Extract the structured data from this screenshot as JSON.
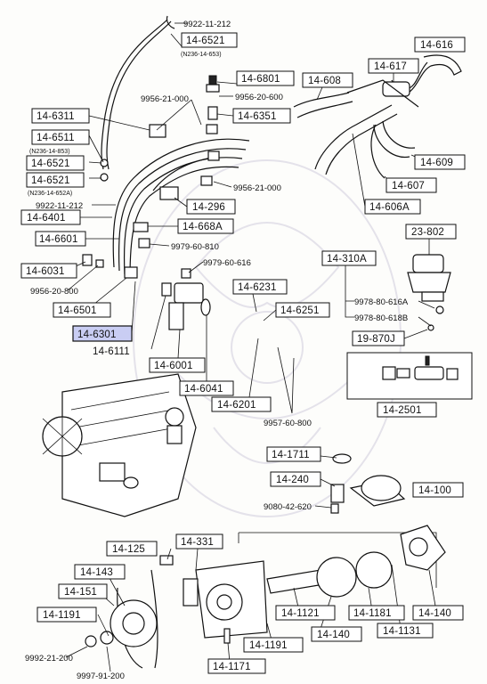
{
  "labels": [
    {
      "id": "9922-11-212-top",
      "text": "9922-11-212"
    },
    {
      "id": "14-6521-top",
      "text": "14-6521",
      "note": "(N236-14-653)"
    },
    {
      "id": "14-616",
      "text": "14-616"
    },
    {
      "id": "14-617",
      "text": "14-617"
    },
    {
      "id": "14-6801",
      "text": "14-6801"
    },
    {
      "id": "9956-20-600",
      "text": "9956-20-600"
    },
    {
      "id": "14-608",
      "text": "14-608"
    },
    {
      "id": "9956-21-000-a",
      "text": "9956-21-000"
    },
    {
      "id": "14-6351",
      "text": "14-6351"
    },
    {
      "id": "14-6311",
      "text": "14-6311"
    },
    {
      "id": "14-6511",
      "text": "14-6511",
      "note": "(N236-14-853)"
    },
    {
      "id": "14-6521-mid1",
      "text": "14-6521"
    },
    {
      "id": "14-6521-mid2",
      "text": "14-6521",
      "note": "(N236-14-652A)"
    },
    {
      "id": "14-609",
      "text": "14-609"
    },
    {
      "id": "14-607",
      "text": "14-607"
    },
    {
      "id": "9956-21-000-b",
      "text": "9956-21-000"
    },
    {
      "id": "9922-11-212-mid",
      "text": "9922-11-212"
    },
    {
      "id": "14-296",
      "text": "14-296"
    },
    {
      "id": "14-606A",
      "text": "14-606A"
    },
    {
      "id": "14-6401",
      "text": "14-6401"
    },
    {
      "id": "14-668A",
      "text": "14-668A"
    },
    {
      "id": "23-802",
      "text": "23-802"
    },
    {
      "id": "14-6601",
      "text": "14-6601"
    },
    {
      "id": "9979-60-810",
      "text": "9979-60-810"
    },
    {
      "id": "14-310A",
      "text": "14-310A"
    },
    {
      "id": "9979-60-616",
      "text": "9979-60-616"
    },
    {
      "id": "14-6031",
      "text": "14-6031"
    },
    {
      "id": "9956-20-800",
      "text": "9956-20-800"
    },
    {
      "id": "14-6231",
      "text": "14-6231"
    },
    {
      "id": "9978-80-616A",
      "text": "9978-80-616A"
    },
    {
      "id": "14-6501",
      "text": "14-6501"
    },
    {
      "id": "14-6251",
      "text": "14-6251"
    },
    {
      "id": "9978-80-618B",
      "text": "9978-80-618B"
    },
    {
      "id": "14-6301",
      "text": "14-6301",
      "highlighted": true
    },
    {
      "id": "19-870J",
      "text": "19-870J"
    },
    {
      "id": "14-6111",
      "text": "14-6111"
    },
    {
      "id": "14-6001",
      "text": "14-6001"
    },
    {
      "id": "14-6041",
      "text": "14-6041"
    },
    {
      "id": "14-6201",
      "text": "14-6201"
    },
    {
      "id": "14-2501",
      "text": "14-2501"
    },
    {
      "id": "9957-60-800",
      "text": "9957-60-800"
    },
    {
      "id": "14-1711",
      "text": "14-1711"
    },
    {
      "id": "14-240",
      "text": "14-240"
    },
    {
      "id": "14-100",
      "text": "14-100"
    },
    {
      "id": "9080-42-620",
      "text": "9080-42-620"
    },
    {
      "id": "14-125",
      "text": "14-125"
    },
    {
      "id": "14-331",
      "text": "14-331"
    },
    {
      "id": "14-143",
      "text": "14-143"
    },
    {
      "id": "14-151",
      "text": "14-151"
    },
    {
      "id": "14-1121",
      "text": "14-1121"
    },
    {
      "id": "14-1181",
      "text": "14-1181"
    },
    {
      "id": "14-140-a",
      "text": "14-140"
    },
    {
      "id": "14-1191-a",
      "text": "14-1191"
    },
    {
      "id": "14-1191-b",
      "text": "14-1191"
    },
    {
      "id": "14-140-b",
      "text": "14-140"
    },
    {
      "id": "14-1131",
      "text": "14-1131"
    },
    {
      "id": "9992-21-200",
      "text": "9992-21-200"
    },
    {
      "id": "9997-91-200",
      "text": "9997-91-200"
    },
    {
      "id": "14-1171",
      "text": "14-1171"
    }
  ],
  "colors": {
    "highlight": "#c9cdf3",
    "ink": "#111111",
    "paper": "#fdfdfb",
    "watermark": "#e4e2ea"
  }
}
